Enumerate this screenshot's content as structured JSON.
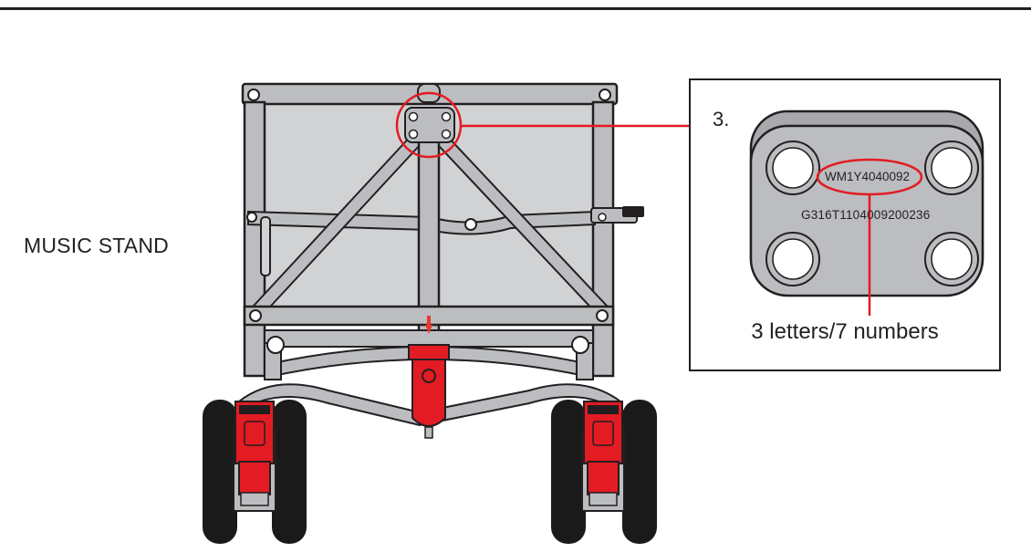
{
  "labels": {
    "side_label": "MUSIC STAND",
    "step_number": "3.",
    "serial_primary": "WM1Y4040092",
    "serial_secondary": "G316T1104009200236",
    "caption": "3 letters/7 numbers"
  },
  "colors": {
    "outline": "#231f20",
    "frame_gray": "#bcbdc0",
    "panel_gray": "#d1d2d4",
    "accent_red": "#e31b23",
    "orange_red": "#e8392c",
    "tire_black": "#1a1a1a"
  }
}
